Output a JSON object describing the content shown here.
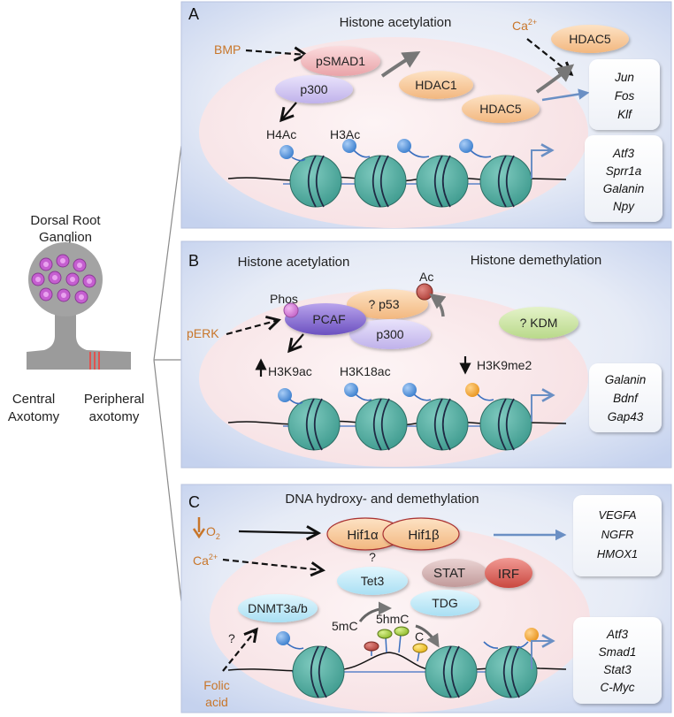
{
  "left": {
    "title_line1": "Dorsal Root",
    "title_line2": "Ganglion",
    "central_line1": "Central",
    "central_line2": "Axotomy",
    "peripheral_line1": "Peripheral",
    "peripheral_line2": "axotomy"
  },
  "panelA": {
    "letter": "A",
    "title": "Histone acetylation",
    "bmp": "BMP",
    "ca_base": "Ca",
    "ca_sup": "2+",
    "psmad1": "pSMAD1",
    "p300": "p300",
    "hdac1": "HDAC1",
    "hdac5_inner": "HDAC5",
    "hdac5_outer": "HDAC5",
    "h4ac": "H4Ac",
    "h3ac": "H3Ac",
    "genes_top": [
      "Jun",
      "Fos",
      "Klf"
    ],
    "genes_bottom": [
      "Atf3",
      "Sprr1a",
      "Galanin",
      "Npy"
    ]
  },
  "panelB": {
    "letter": "B",
    "title_left": "Histone acetylation",
    "title_right": "Histone demethylation",
    "phos": "Phos",
    "ac": "Ac",
    "p53": "? p53",
    "pcaf": "PCAF",
    "p300": "p300",
    "kdm": "? KDM",
    "perk": "pERK",
    "h3k9ac": "H3K9ac",
    "h3k18ac": "H3K18ac",
    "h3k9me2": "H3K9me2",
    "genes": [
      "Galanin",
      "Bdnf",
      "Gap43"
    ]
  },
  "panelC": {
    "letter": "C",
    "title": "DNA hydroxy- and demethylation",
    "o2_base": "O",
    "o2_sub": "2",
    "ca_base": "Ca",
    "ca_sup": "2+",
    "hif1a": "Hif1α",
    "hif1b": "Hif1β",
    "question_tet": "?",
    "tet3": "Tet3",
    "stat": "STAT",
    "irf": "IRF",
    "dnmt": "DNMT3a/b",
    "tdg": "TDG",
    "question_folic": "?",
    "folic_line1": "Folic",
    "folic_line2": "acid",
    "mc5": "5mC",
    "hmc5": "5hmC",
    "c": "C",
    "genes_top": [
      "VEGFA",
      "NGFR",
      "HMOX1"
    ],
    "genes_bottom": [
      "Atf3",
      "Smad1",
      "Stat3",
      "C-Myc"
    ]
  },
  "colors": {
    "panel_bg_edge": "#c9d5ef",
    "panel_bg_center": "#f4f6fb",
    "nucleus_fill": "#fbe9ea",
    "nucleosome": "#5fb7ab",
    "acetyl_ball": "#4a8fd8",
    "methyl_ball": "#f0a43a",
    "label_orange": "#c8762a",
    "arrow_blue": "#6a8fc4"
  }
}
